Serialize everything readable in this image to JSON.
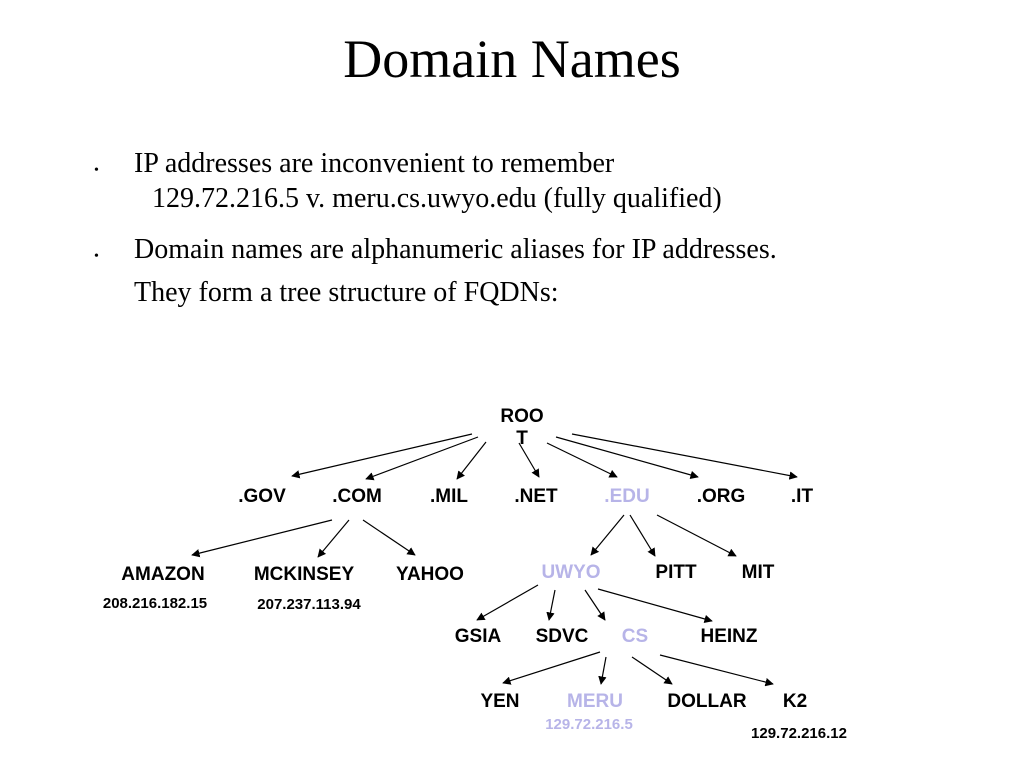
{
  "title": "Domain Names",
  "bullets": [
    {
      "marker": "•",
      "line1": "IP addresses are inconvenient to remember",
      "line2": "129.72.216.5  v. meru.cs.uwyo.edu (fully qualified)"
    },
    {
      "marker": "•",
      "line1": "Domain names are alphanumeric aliases for IP addresses.",
      "line2": "They form a tree structure of FQDNs:"
    }
  ],
  "tree": {
    "root": {
      "line1": "ROO",
      "line2": "T"
    },
    "tld": {
      "gov": ".GOV",
      "com": ".COM",
      "mil": ".MIL",
      "net": ".NET",
      "edu": ".EDU",
      "org": ".ORG",
      "it": ".IT"
    },
    "com_children": {
      "amazon": "AMAZON",
      "mckinsey": "MCKINSEY",
      "yahoo": "YAHOO"
    },
    "edu_children": {
      "uwyo": "UWYO",
      "pitt": "PITT",
      "mit": "MIT"
    },
    "uwyo_children": {
      "gsia": "GSIA",
      "sdvc": "SDVC",
      "cs": "CS",
      "heinz": "HEINZ"
    },
    "cs_children": {
      "yen": "YEN",
      "meru": "MERU",
      "dollar": "DOLLAR",
      "k2": "K2"
    },
    "ips": {
      "amazon": "208.216.182.15",
      "mckinsey": "207.237.113.94",
      "meru": "129.72.216.5",
      "k2": "129.72.216.12"
    },
    "highlight_color": "#b7b4e8"
  }
}
